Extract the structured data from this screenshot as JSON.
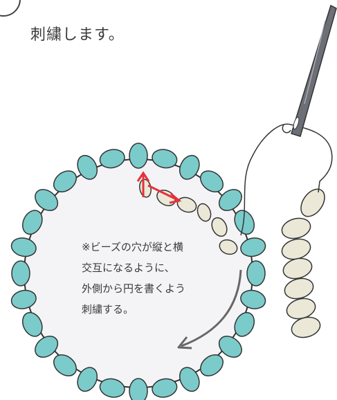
{
  "step": {
    "title": "刺繍します。"
  },
  "note": {
    "lines": [
      "※ビーズの穴が縦と横",
      "交互になるように、",
      "外側から円を書くよう",
      "刺繍する。"
    ]
  },
  "colors": {
    "teal_bead": "#7ccbcb",
    "cream_bead": "#ebe8d8",
    "outline": "#333333",
    "arrow_red": "#e8303a",
    "arrow_gray": "#666666",
    "fabric": "#f4f4f6"
  },
  "icons": [
    "needle-icon",
    "thread-icon",
    "direction-arrow-icon"
  ]
}
